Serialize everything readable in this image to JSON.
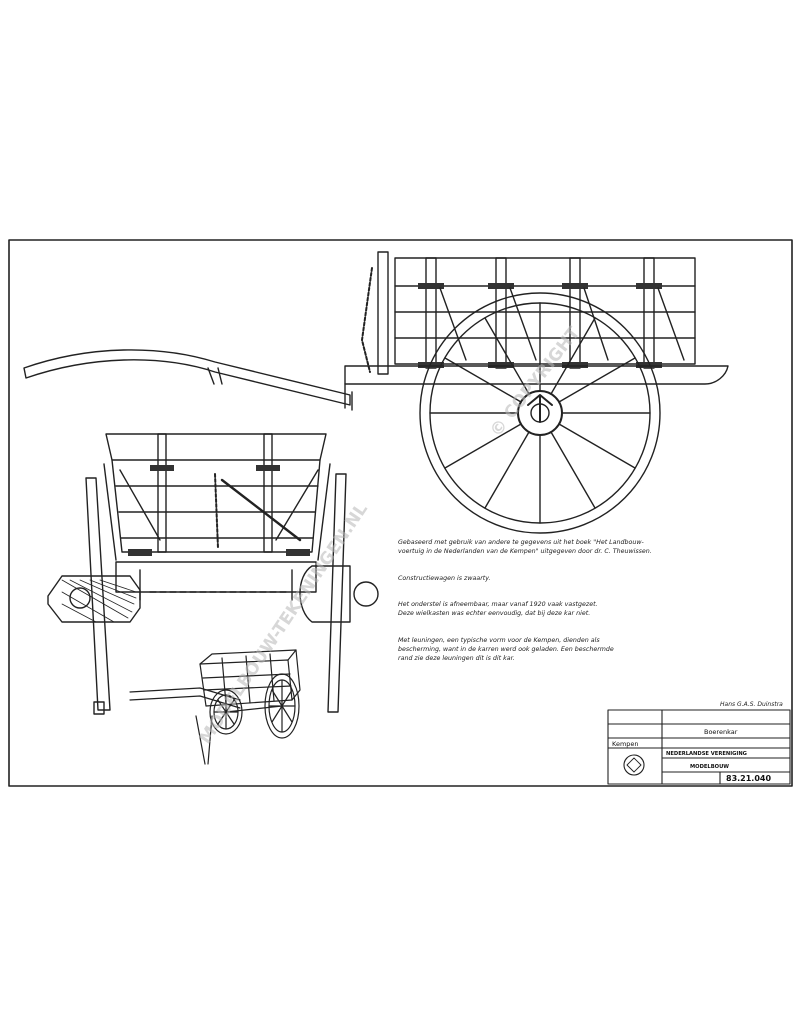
{
  "notes": [
    "Gebaseerd met gebruik van andere te gegevens uit het boek \"Het Landbouw-",
    "voertuig in de Nederlanden van de Kempen\" uitgegeven door dr. C. Theuwissen.",
    "Constructiewagen is zwaarty.",
    "Het onderstel is afneembaar, maar vanaf 1920 vaak vastgezet.",
    "Deze wielkasten was echter eenvoudig, dat bij deze kar niet.",
    "Met leuningen, een typische vorm voor de Kempen, dienden als",
    "bescherming, want in de karren werd ook geladen. Een beschermde",
    "rand zie deze leuningen dit is dit kar."
  ],
  "title_block": {
    "drawn_by": "Hans G.A.S. Duinstra",
    "model_name": "Kempen",
    "type": "Boerenkar",
    "organisation_line1": "NEDERLANDSE VERENIGING",
    "organisation_line2": "MODELBOUW",
    "drawing_number": "83.21.040"
  },
  "watermarks": [
    "MODELBOUW-TEKENINGEN.NL",
    "© COPYRIGHT"
  ]
}
